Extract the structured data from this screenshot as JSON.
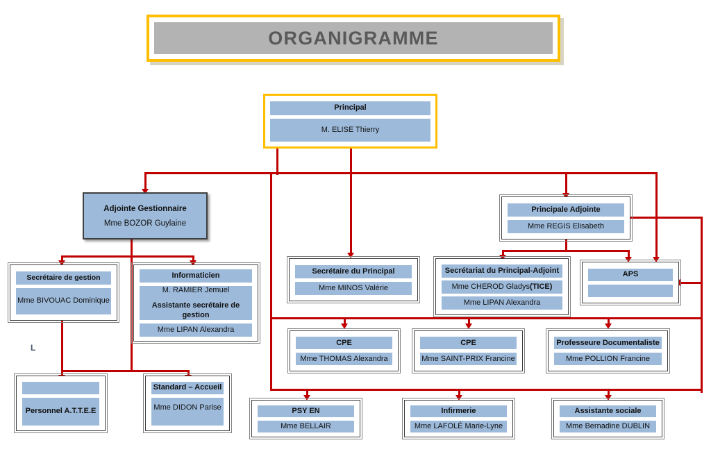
{
  "title": {
    "text": "ORGANIGRAMME",
    "banner_color": "#b3b3b3",
    "frame_color": "#ffbf00"
  },
  "palette": {
    "bar_blue": "#9dbada",
    "connector_red": "#c00000",
    "frame_gold": "#ffbf00",
    "box_border": "#3f3f3f",
    "title_text": "#595959"
  },
  "nodes": {
    "principal": {
      "role": "Principal",
      "name": "M. ELISE Thierry"
    },
    "adjointe_gestionnaire": {
      "role": "Adjointe Gestionnaire",
      "name": "Mme BOZOR Guylaine"
    },
    "principale_adjointe": {
      "role": "Principale Adjointe",
      "name": "Mme REGIS Elisabeth"
    },
    "secretaire_gestion": {
      "role": "Secrétaire de gestion",
      "name": "Mme BIVOUAC Dominique"
    },
    "informaticien": {
      "role": "Informaticien",
      "name": "M. RAMIER Jemuel",
      "sub_role": "Assistante secrétaire de gestion",
      "sub_name": "Mme LIPAN Alexandra"
    },
    "secretaire_principal": {
      "role": "Secrétaire du Principal",
      "name": "Mme MINOS Valérie"
    },
    "secretariat_principal_adjoint": {
      "role": "Secrétariat du Principal-Adjoint",
      "name1_plain": "Mme CHEROD Gladys",
      "name1_bold": "(TICE)",
      "name2": "Mme LIPAN Alexandra"
    },
    "aps": {
      "role": "APS",
      "name": ""
    },
    "cpe_1": {
      "role": "CPE",
      "name": "Mme THOMAS Alexandra"
    },
    "cpe_2": {
      "role": "CPE",
      "name": "Mme SAINT-PRIX Francine"
    },
    "professeure_documentaliste": {
      "role": "Professeure Documentaliste",
      "name": "Mme POLLION Francine"
    },
    "personnel_attee": {
      "role": "",
      "name": "Personnel A.T.T.E.E"
    },
    "standard_accueil": {
      "role": "Standard – Accueil",
      "name": "Mme DIDON Parise"
    },
    "psy_en": {
      "role": "PSY EN",
      "name": "Mme BELLAIR"
    },
    "infirmerie": {
      "role": "Infirmerie",
      "name": "Mme LAFOLÉ Marie-Lyne"
    },
    "assistante_sociale": {
      "role": "Assistante sociale",
      "name": "Mme Bernadine DUBLIN"
    }
  },
  "annotations": {
    "stray_letter": "L"
  }
}
